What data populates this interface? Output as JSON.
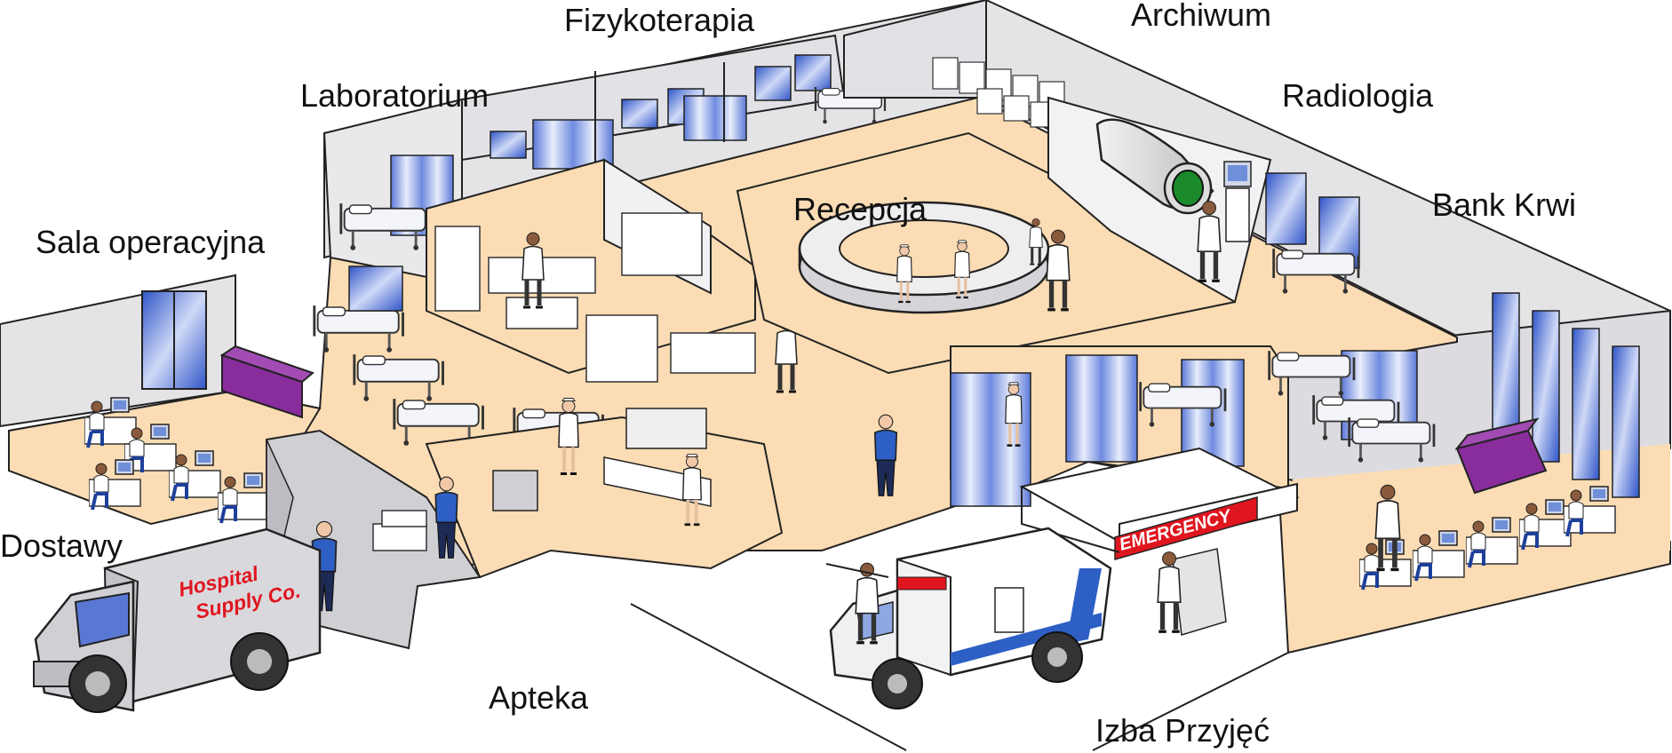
{
  "labels": {
    "fizykoterapia": "Fizykoterapia",
    "archiwum": "Archiwum",
    "laboratorium": "Laboratorium",
    "radiologia": "Radiologia",
    "recepcja": "Recepcja",
    "bank_krwi": "Bank Krwi",
    "sala_operacyjna": "Sala operacyjna",
    "dostawy": "Dostawy",
    "apteka": "Apteka",
    "izba_przyjec": "Izba Przyjęć"
  },
  "signs": {
    "emergency": "EMERGENCY",
    "truck_line1": "Hospital",
    "truck_line2": "Supply Co."
  },
  "colors": {
    "floor": "#fbdcb4",
    "wall": "#e6e6e8",
    "wall_dark": "#c9c9cd",
    "wall_top": "#f4f4f6",
    "window": "#4a6fd6",
    "curtain": "#b9c6ee",
    "sofa": "#8a2d9c",
    "emergency_red": "#e0161f",
    "scanner_green": "#1a8a2a"
  },
  "icons": {
    "truck": "delivery-truck-icon",
    "ambulance": "ambulance-icon",
    "scanner": "ct-scanner-icon",
    "desk": "reception-desk-icon",
    "bed": "hospital-bed-icon",
    "person": "person-icon"
  }
}
